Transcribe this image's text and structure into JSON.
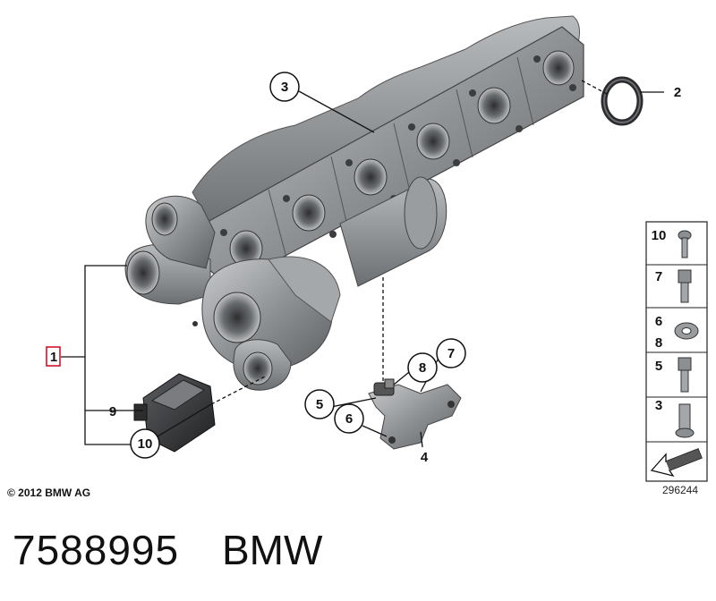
{
  "callouts": {
    "c1": "1",
    "c2": "2",
    "c3": "3",
    "c4": "4",
    "c5": "5",
    "c6": "6",
    "c7": "7",
    "c8": "8",
    "c9": "9",
    "c10": "10"
  },
  "legend": {
    "rows": [
      "10",
      "7",
      "6",
      "8",
      "5",
      "3"
    ],
    "diagram_number": "296244"
  },
  "copyright": "© 2012 BMW AG",
  "part_number": "7588995",
  "brand": "BMW",
  "colors": {
    "callout_frame_red": "#d0021b",
    "part_metal": "#8a8d90",
    "part_dark": "#3a3b3d"
  }
}
